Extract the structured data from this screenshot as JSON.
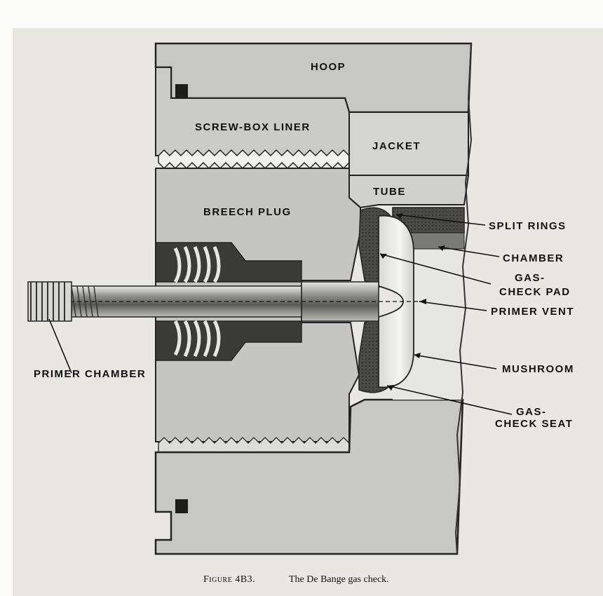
{
  "labels": {
    "hoop": "HOOP",
    "screw_box_liner": "SCREW-BOX LINER",
    "jacket": "JACKET",
    "tube": "TUBE",
    "breech_plug": "BREECH PLUG",
    "split_rings": "SPLIT RINGS",
    "chamber": "CHAMBER",
    "gas_check_pad_1": "GAS-",
    "gas_check_pad_2": "CHECK PAD",
    "primer_vent": "PRIMER VENT",
    "primer_chamber": "PRIMER CHAMBER",
    "mushroom": "MUSHROOM",
    "gas_check_seat_1": "GAS-",
    "gas_check_seat_2": "CHECK SEAT"
  },
  "caption": {
    "figure": "Figure 4B3.",
    "text": "The De Bange gas check."
  }
}
